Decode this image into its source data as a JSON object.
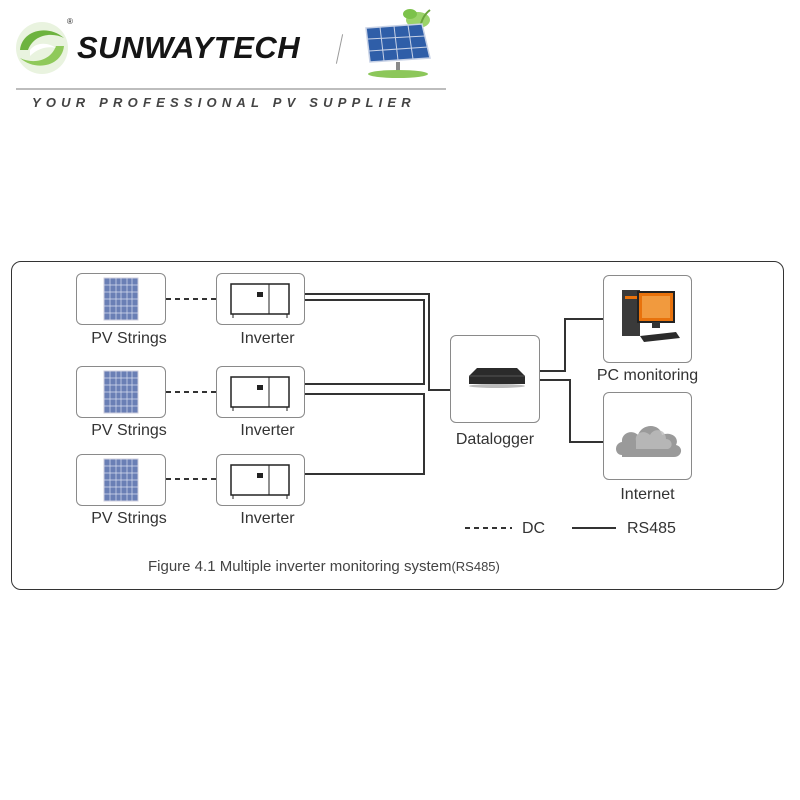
{
  "header": {
    "brand": "SUNWAYTECH",
    "registered": "®",
    "tagline": "YOUR PROFESSIONAL PV SUPPLIER"
  },
  "diagram": {
    "rows": [
      {
        "pv_label": "PV Strings",
        "inverter_label": "Inverter"
      },
      {
        "pv_label": "PV Strings",
        "inverter_label": "Inverter"
      },
      {
        "pv_label": "PV Strings",
        "inverter_label": "Inverter"
      }
    ],
    "datalogger_label": "Datalogger",
    "pc_label": "PC monitoring",
    "internet_label": "Internet",
    "legend": {
      "dc": "DC",
      "rs485": "RS485"
    },
    "caption_main": "Figure 4.1 Multiple inverter monitoring system",
    "caption_suffix": "(RS485)"
  },
  "colors": {
    "accent_green": "#6db33f",
    "panel_blue": "#5a6fa6",
    "pc_orange": "#e8720c",
    "line": "#333333"
  }
}
